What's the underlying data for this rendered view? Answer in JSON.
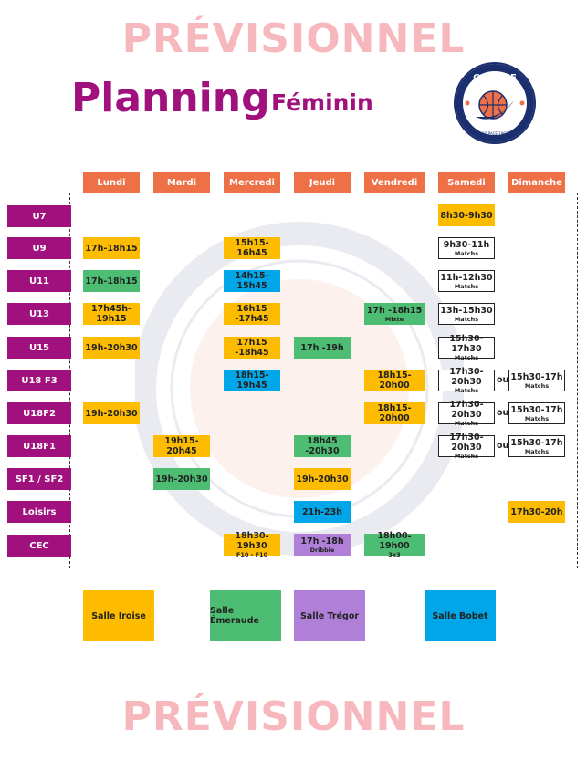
{
  "watermark": "PRÉVISIONNEL",
  "title": "Planning",
  "subtitle": "Féminin",
  "logo": {
    "name": "CO PACE",
    "tagline": "CO PACE 1965",
    "colors": {
      "navy": "#1b2e6e",
      "orange": "#ee7047"
    }
  },
  "colors": {
    "day": "#ee7047",
    "category": "#a0117d",
    "iroise": "#fdbc00",
    "emeraude": "#4cbd72",
    "tregor": "#b07fd8",
    "bobet": "#00a6e8"
  },
  "days": [
    "Lundi",
    "Mardi",
    "Mercredi",
    "Jeudi",
    "Vendredi",
    "Samedi",
    "Dimanche"
  ],
  "categories": [
    "U7",
    "U9",
    "U11",
    "U13",
    "U15",
    "U18 F3",
    "U18F2",
    "U18F1",
    "SF1 / SF2",
    "Loisirs",
    "CEC"
  ],
  "connector": "ou",
  "slots": {
    "u7_sam": {
      "time": "8h30-9h30"
    },
    "u9_lun": {
      "time": "17h-18h15"
    },
    "u9_mer": {
      "time": "15h15-16h45"
    },
    "u9_sam": {
      "time": "9h30-11h",
      "note": "Matchs"
    },
    "u11_lun": {
      "time": "17h-18h15"
    },
    "u11_mer": {
      "time": "14h15-15h45"
    },
    "u11_sam": {
      "time": "11h-12h30",
      "note": "Matchs"
    },
    "u13_lun": {
      "time": "17h45h-",
      "time2": "19h15"
    },
    "u13_mer": {
      "time": "16h15 -17h45"
    },
    "u13_ven": {
      "time": "17h -18h15",
      "note": "Mixte"
    },
    "u13_sam": {
      "time": "13h-15h30",
      "note": "Matchs"
    },
    "u15_lun": {
      "time": "19h-20h30"
    },
    "u15_mer": {
      "time": "17h15 -18h45"
    },
    "u15_jeu": {
      "time": "17h -19h"
    },
    "u15_sam": {
      "time": "15h30-17h30",
      "note": "Matchs"
    },
    "u18f3_mer": {
      "time": "18h15-19h45"
    },
    "u18f3_ven": {
      "time": "18h15-20h00"
    },
    "u18f3_sam": {
      "time": "17h30-20h30",
      "note": "Matchs"
    },
    "u18f3_dim": {
      "time": "15h30-17h",
      "note": "Matchs"
    },
    "u18f2_lun": {
      "time": "19h-20h30"
    },
    "u18f2_ven": {
      "time": "18h15-20h00"
    },
    "u18f2_sam": {
      "time": "17h30-20h30",
      "note": "Matchs"
    },
    "u18f2_dim": {
      "time": "15h30-17h",
      "note": "Matchs"
    },
    "u18f1_mar": {
      "time": "19h15-20h45"
    },
    "u18f1_jeu": {
      "time": "18h45 -20h30"
    },
    "u18f1_sam": {
      "time": "17h30-20h30",
      "note": "Matchs"
    },
    "u18f1_dim": {
      "time": "15h30-17h",
      "note": "Matchs"
    },
    "sf_mar": {
      "time": "19h-20h30"
    },
    "sf_jeu": {
      "time": "19h-20h30"
    },
    "loisirs_jeu": {
      "time": "21h-23h"
    },
    "loisirs_dim": {
      "time": "17h30-20h"
    },
    "cec_mer": {
      "time": "18h30-19h30",
      "note": "F10 - F10"
    },
    "cec_jeu": {
      "time": "17h -18h",
      "note": "Dribble"
    },
    "cec_ven": {
      "time": "18h00-19h00",
      "note": "3x3"
    }
  },
  "legend": [
    "Salle Iroise",
    "Salle Émeraude",
    "Salle Trégor",
    "Salle Bobet"
  ]
}
